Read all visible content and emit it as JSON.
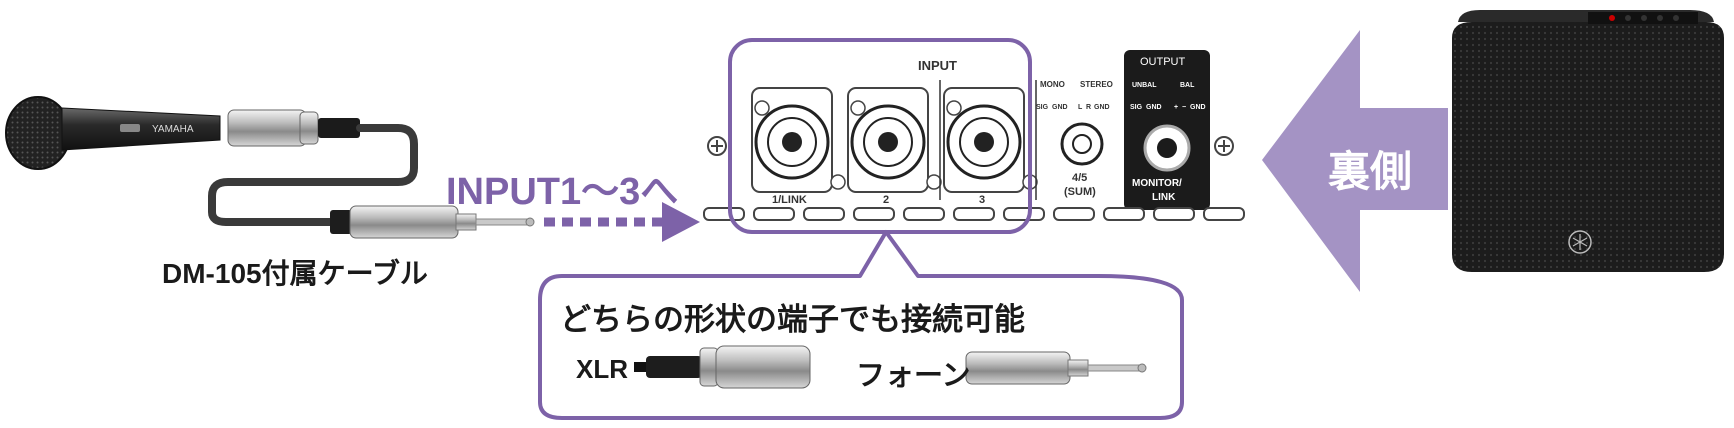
{
  "cable": {
    "label": "DM-105付属ケーブル",
    "mic_brand": "YAMAHA"
  },
  "arrow_label": "INPUT1～3へ",
  "back_label": "裏側",
  "panel": {
    "input_title": "INPUT",
    "ch1": "1/LINK",
    "ch2": "2",
    "ch3": "3",
    "mono": "MONO",
    "stereo": "STEREO",
    "sig": "SIG",
    "gnd": "GND",
    "l": "L",
    "r": "R",
    "gnd2": "GND",
    "jack45": "4/5",
    "sum": "(SUM)",
    "output_title": "OUTPUT",
    "unbal": "UNBAL",
    "bal": "BAL",
    "sig2": "SIG",
    "gnd3": "GND",
    "plus": "+",
    "minus": "−",
    "gnd4": "GND",
    "monitor": "MONITOR/",
    "link": "LINK"
  },
  "callout": {
    "title": "どちらの形状の端子でも接続可能",
    "xlr": "XLR",
    "phone": "フォーン"
  },
  "colors": {
    "accent": "#7d62a8",
    "arrow_fill": "#a493c4",
    "speaker": "#1f1f1f"
  }
}
